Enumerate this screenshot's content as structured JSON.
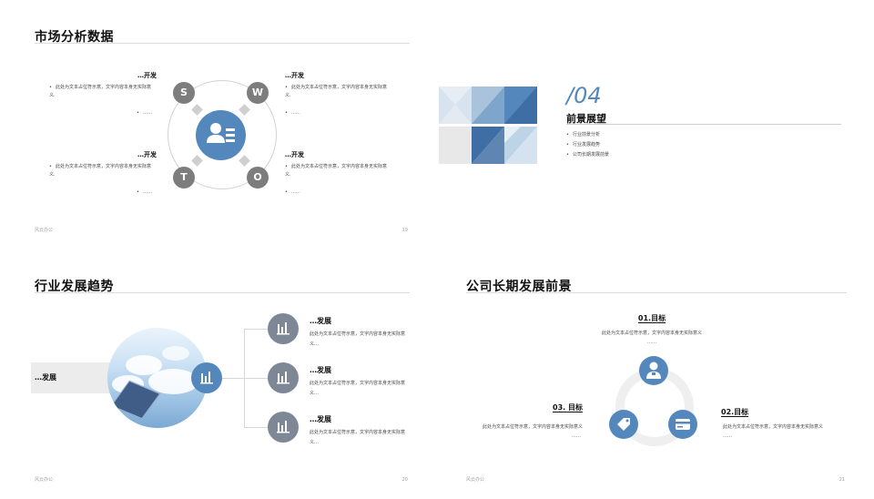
{
  "slide1": {
    "title": "市场分析数据",
    "footer_left": "风云办公",
    "page_no": "19",
    "letters": [
      "S",
      "W",
      "T",
      "O"
    ],
    "blocks": [
      {
        "heading": "…开发",
        "text": "此处为文本占位符示意，文字内容本身无实际意义.",
        "dots": "……"
      },
      {
        "heading": "…开发",
        "text": "此处为文本占位符示意，文字内容本身无实际意义.",
        "dots": "……"
      },
      {
        "heading": "…开发",
        "text": "此处为文本占位符示意，文字内容本身无实际意义.",
        "dots": "……"
      },
      {
        "heading": "…开发",
        "text": "此处为文本占位符示意，文字内容本身无实际意义.",
        "dots": "……"
      }
    ],
    "center_icon": "user-card-icon"
  },
  "slide2": {
    "number": "/04",
    "title": "前景展望",
    "items": [
      "行业前景分析",
      "行业发展趋势",
      "公司长期发展前景"
    ],
    "colors": [
      "#5488bd",
      "#a9c3dc",
      "#d7e3ef",
      "#e8e8e8",
      "#3f6ea5"
    ]
  },
  "slide3": {
    "title": "行业发展趋势",
    "footer_left": "风云办公",
    "page_no": "20",
    "band_label": "…发展",
    "items": [
      {
        "heading": "…发展",
        "text": "此处为文本占位符示意，文字内容本身无实际意义…"
      },
      {
        "heading": "…发展",
        "text": "此处为文本占位符示意，文字内容本身无实际意义…"
      },
      {
        "heading": "…发展",
        "text": "此处为文本占位符示意，文字内容本身无实际意义…"
      }
    ],
    "icon": "bar-chart-icon"
  },
  "slide4": {
    "title": "公司长期发展前景",
    "footer_left": "风云办公",
    "page_no": "21",
    "goals": [
      {
        "heading": "01.目标",
        "text": "此处为文本占位符示意，文字内容本身无实际意义",
        "dots": "……"
      },
      {
        "heading": "02.目标",
        "text": "此处为文本占位符示意，文字内容本身无实际意义",
        "dots": "……"
      },
      {
        "heading": "03. 目标",
        "text": "此处为文本占位符示意，文字内容本身无实际意义",
        "dots": "……"
      }
    ],
    "icons": [
      "doctor-icon",
      "card-icon",
      "tag-icon"
    ]
  }
}
